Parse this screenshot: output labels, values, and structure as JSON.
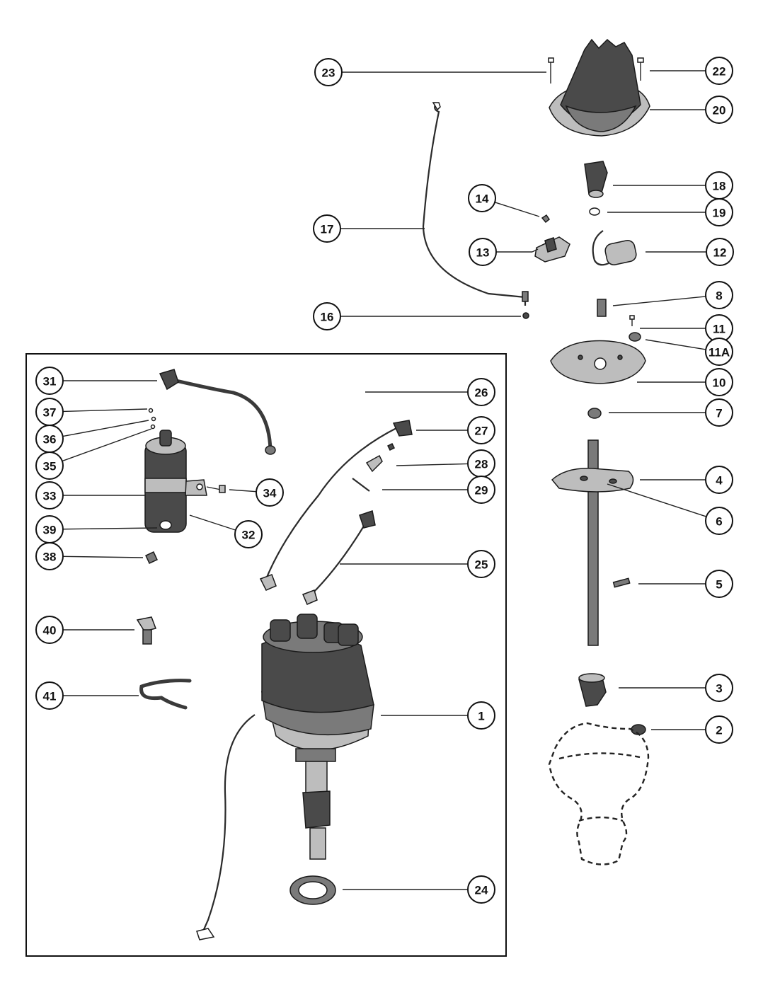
{
  "callouts": [
    "23",
    "22",
    "20",
    "18",
    "14",
    "19",
    "17",
    "13",
    "12",
    "8",
    "16",
    "11",
    "11A",
    "10",
    "31",
    "26",
    "37",
    "27",
    "36",
    "7",
    "35",
    "28",
    "4",
    "34",
    "33",
    "29",
    "6",
    "39",
    "32",
    "38",
    "25",
    "5",
    "40",
    "3",
    "41",
    "1",
    "2",
    "24"
  ],
  "colors": {
    "ink": "#111111",
    "paper": "#ffffff",
    "shade": "#4a4a4a"
  },
  "icons": [
    "distributor-cap",
    "screw",
    "rotor",
    "condenser",
    "breaker-points",
    "breaker-plate",
    "distributor-shaft",
    "drive-gear",
    "ignition-coil",
    "high-tension-lead",
    "primary-wire",
    "distributor-assembly",
    "gasket",
    "hold-down-clamp",
    "bolt",
    "engine-block-outline"
  ]
}
